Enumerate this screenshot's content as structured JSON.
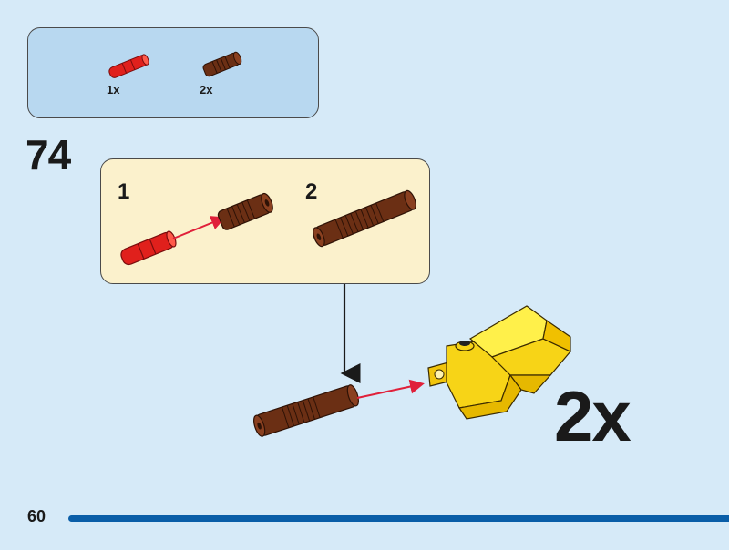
{
  "parts_list": {
    "items": [
      {
        "icon": "red-axle-connector-icon",
        "count": "1x",
        "color": "#e0201c"
      },
      {
        "icon": "brown-pin-icon",
        "count": "2x",
        "color": "#6b2f14"
      }
    ]
  },
  "step": {
    "number": "74",
    "substeps": [
      {
        "label": "1"
      },
      {
        "label": "2"
      }
    ],
    "multiplier": "2x"
  },
  "page": {
    "number": "60",
    "accent_color": "#0a5ea8"
  },
  "colors": {
    "background": "#d6eaf8",
    "parts_box": "#b8d8f0",
    "subassembly_box": "#fbf1cc",
    "yellow_part": "#f7d417",
    "arrow_red": "#e0203a"
  }
}
